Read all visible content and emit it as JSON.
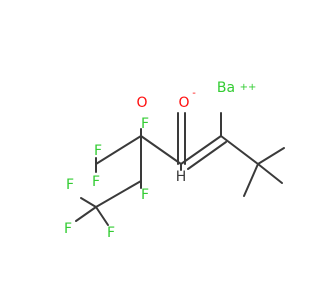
{
  "molecule": {
    "atoms": {
      "f1": "F",
      "f2": "F",
      "f3": "F",
      "f4": "F",
      "f5": "F",
      "f6": "F",
      "f7": "F",
      "oxygen_ketone": "O",
      "oxygen_anion": "O",
      "hydrogen": "H",
      "barium": "Ba"
    },
    "charges": {
      "oxygen_anion": "-",
      "barium": "++"
    },
    "colors": {
      "fluorine": "#33cc33",
      "oxygen": "#ff0d0d",
      "hydrogen": "#3a3a3a",
      "barium": "#33cc33",
      "bond": "#3a3a3a"
    }
  }
}
